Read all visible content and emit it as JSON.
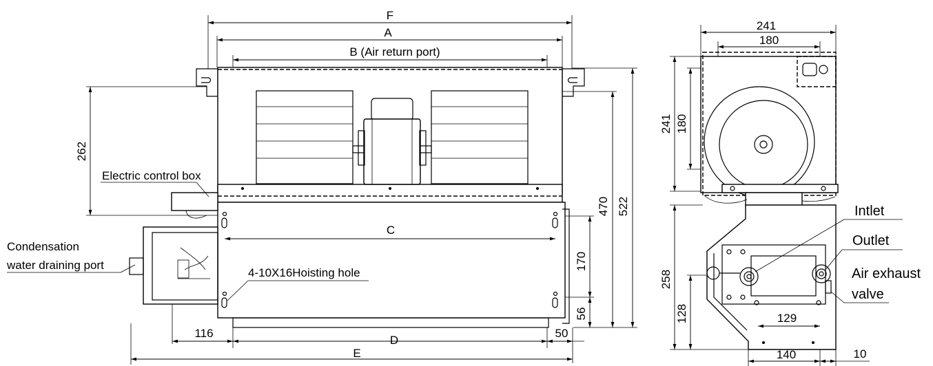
{
  "front_view": {
    "dims": {
      "F": "F",
      "A": "A",
      "B": "B (Air return port)",
      "C": "C",
      "D": "D",
      "E": "E",
      "h262": "262",
      "h470": "470",
      "h522": "522",
      "h170": "170",
      "h56": "56",
      "w116": "116",
      "w50": "50"
    },
    "labels": {
      "electric_control_box": "Electric control box",
      "condensation_line1": "Condensation",
      "condensation_line2": "water draining port",
      "hoisting_hole": "4-10X16Hoisting hole"
    }
  },
  "side_view": {
    "dims": {
      "w241": "241",
      "w180": "180",
      "h241": "241",
      "h180": "180",
      "h258": "258",
      "h128": "128",
      "w129": "129",
      "w140": "140",
      "w10": "10"
    },
    "labels": {
      "inlet": "Intlet",
      "outlet": "Outlet",
      "air_exhaust_line1": "Air exhaust",
      "air_exhaust_line2": "valve"
    }
  }
}
